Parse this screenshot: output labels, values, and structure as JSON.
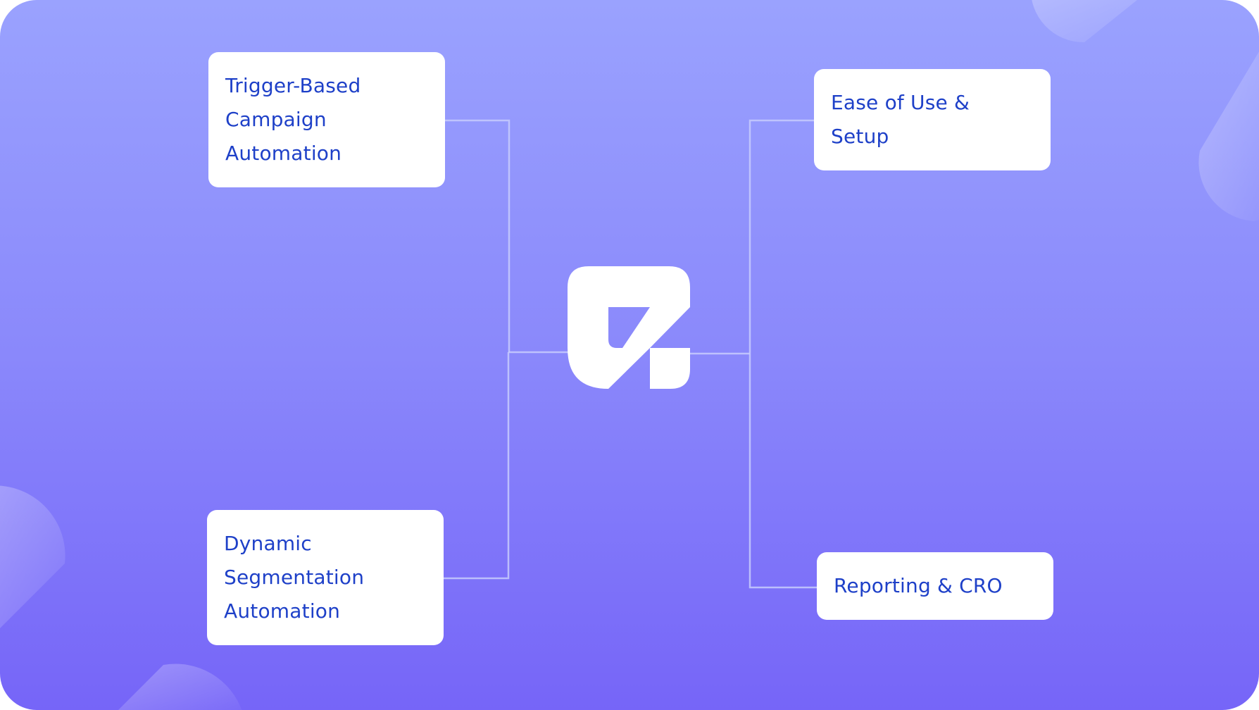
{
  "diagram": {
    "hub": {
      "icon": "brand-logo-icon"
    },
    "left_items": [
      {
        "label": "Trigger-Based\nCampaign\nAutomation"
      },
      {
        "label": "Dynamic\nSegmentation\nAutomation"
      }
    ],
    "right_items": [
      {
        "label": "Ease of Use &\nSetup"
      },
      {
        "label": "Reporting & CRO"
      }
    ]
  },
  "colors": {
    "background_top": "#9aa2fe",
    "background_bottom": "#7665f8",
    "card_background": "#ffffff",
    "card_text": "#1e40c8",
    "connector": "#c7cbfd",
    "logo": "#ffffff"
  }
}
